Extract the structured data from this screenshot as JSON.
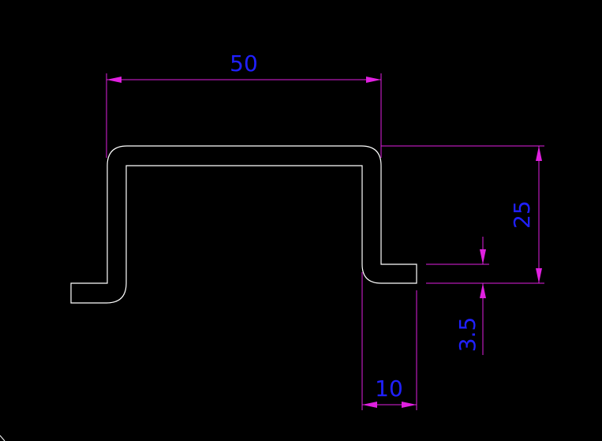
{
  "drawing": {
    "background_color": "#000000",
    "profile_color": "#ffffff",
    "dimension_line_color": "#e020e0",
    "dimension_text_color": "#2020ff"
  },
  "dimensions": {
    "top_width": "50",
    "height": "25",
    "thickness": "3.5",
    "flange_width": "10"
  }
}
